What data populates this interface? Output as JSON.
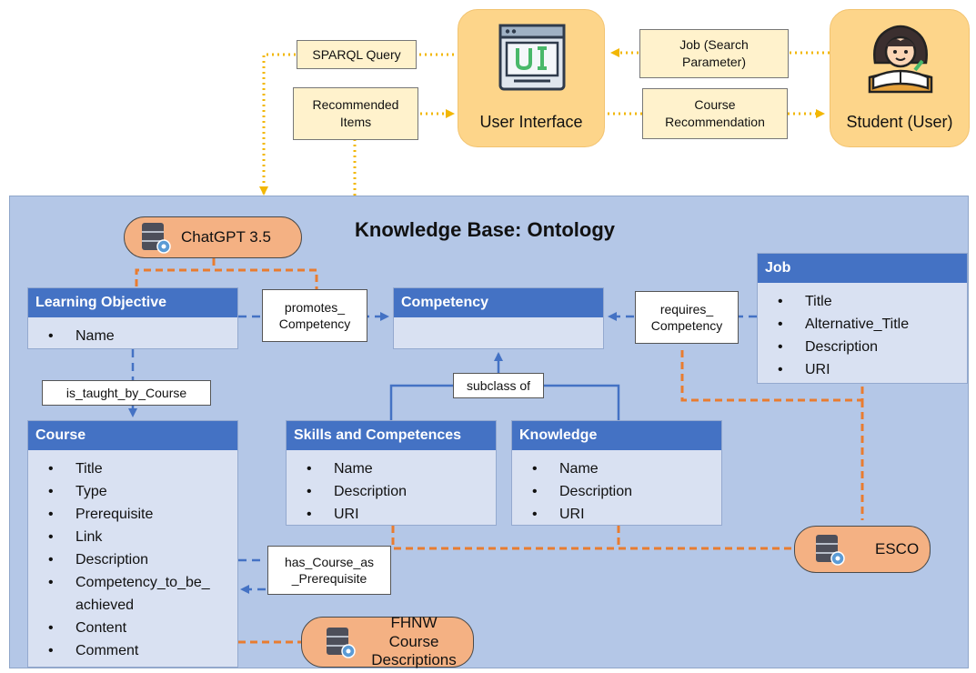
{
  "title": "Knowledge Base: Ontology",
  "top_nodes": {
    "ui": {
      "label": "User Interface",
      "icon": "ui-window-icon"
    },
    "student": {
      "label": "Student (User)",
      "icon": "student-reading-icon"
    }
  },
  "flow_notes": {
    "sparql": "SPARQL Query",
    "recommended": "Recommended Items",
    "job_param": "Job (Search Parameter)",
    "course_rec": "Course Recommendation"
  },
  "classes": {
    "learning_objective": {
      "title": "Learning Objective",
      "items": [
        "Name"
      ]
    },
    "competency": {
      "title": "Competency",
      "items": []
    },
    "job": {
      "title": "Job",
      "items": [
        "Title",
        "Alternative_Title",
        "Description",
        "URI"
      ]
    },
    "course": {
      "title": "Course",
      "items": [
        "Title",
        "Type",
        "Prerequisite",
        "Link",
        "Description",
        "Competency_to_be_ achieved",
        "Content",
        "Comment"
      ]
    },
    "skills": {
      "title": "Skills and Competences",
      "items": [
        "Name",
        "Description",
        "URI"
      ]
    },
    "knowledge": {
      "title": "Knowledge",
      "items": [
        "Name",
        "Description",
        "URI"
      ]
    }
  },
  "relations": {
    "promotes": "promotes_ Competency",
    "requires": "requires_ Competency",
    "taught_by": "is_taught_by_Course",
    "subclass": "subclass of",
    "prereq": "has_Course_as _Prerequisite"
  },
  "sources": {
    "chatgpt": "ChatGPT 3.5",
    "esco": "ESCO",
    "fhnw": "FHNW Course Descriptions"
  },
  "colors": {
    "header_blue": "#4472c4",
    "class_fill": "#d9e1f2",
    "panel_blue": "#b4c7e7",
    "node_yellow": "#fdd58a",
    "note_yellow": "#fff2cc",
    "source_orange": "#f4b183",
    "dotted_yellow": "#f2b705",
    "dashed_orange": "#e97c30",
    "dashed_blue": "#4472c4"
  }
}
